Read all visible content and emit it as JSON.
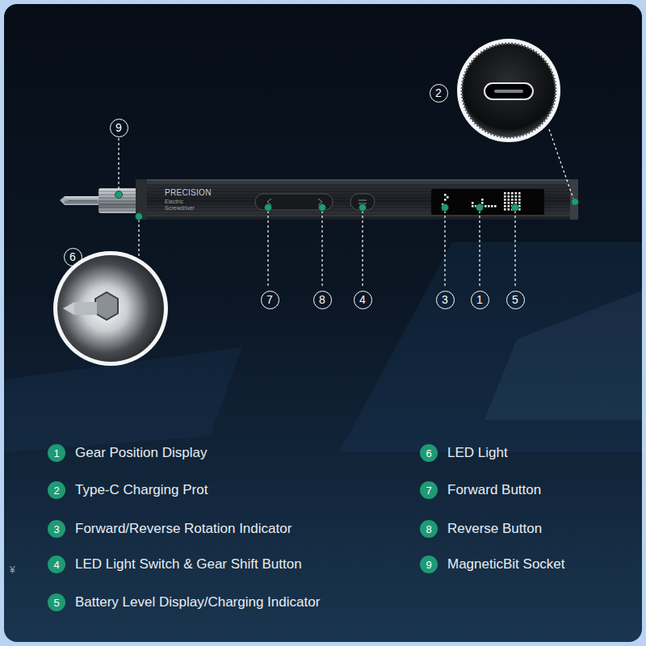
{
  "diagram": {
    "nodes": [
      {
        "text": [
          "2"
        ]
      },
      {
        "text": [
          "9"
        ]
      },
      {
        "text": [
          "6"
        ]
      },
      {
        "text": [
          "7"
        ]
      },
      {
        "text": [
          "8"
        ]
      },
      {
        "text": [
          "4"
        ]
      },
      {
        "text": [
          "3"
        ]
      },
      {
        "text": [
          "1"
        ]
      },
      {
        "text": [
          "5"
        ]
      },
      {
        "text": [
          "1",
          "Gear Position Display"
        ]
      },
      {
        "text": [
          "2",
          "Type-C Charging Prot"
        ]
      },
      {
        "text": [
          "3",
          "Forward/Reverse Rotation Indicator"
        ]
      },
      {
        "text": [
          "4",
          "LED Light Switch & Gear Shift Button"
        ]
      },
      {
        "text": [
          "5",
          "Battery Level Display/Charging Indicator"
        ]
      },
      {
        "text": [
          "6",
          "LED Light"
        ]
      },
      {
        "text": [
          "7",
          "Forward Button"
        ]
      },
      {
        "text": [
          "8",
          "Reverse Button"
        ]
      },
      {
        "text": [
          "9",
          "MagneticBit Socket"
        ]
      }
    ],
    "labels": [
      "PRECISION",
      "Electric Screwdriver",
      "¥"
    ]
  }
}
